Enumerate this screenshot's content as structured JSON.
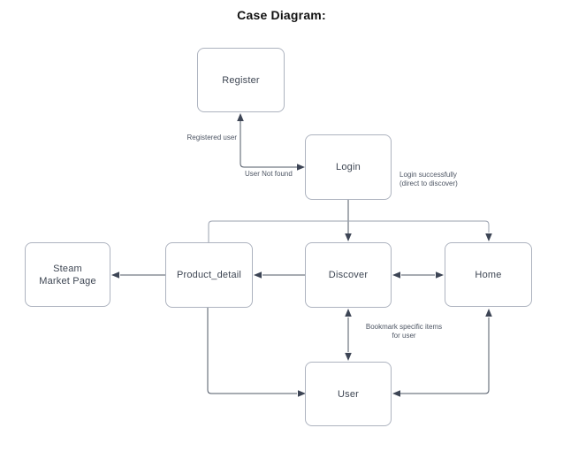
{
  "title": "Case Diagram:",
  "nodes": {
    "register": {
      "label": "Register"
    },
    "login": {
      "label": "Login"
    },
    "discover": {
      "label": "Discover"
    },
    "home": {
      "label": "Home"
    },
    "product_detail": {
      "label": "Product_detail"
    },
    "steam_market_page": {
      "label": "Steam Market Page",
      "lines": [
        "Steam",
        "Market Page"
      ]
    },
    "user": {
      "label": "User"
    }
  },
  "edges": [
    {
      "from": "Login",
      "to": "Register",
      "arrows": "both",
      "labels": [
        "Registered user",
        "User Not found"
      ]
    },
    {
      "from": "Login",
      "to": "Discover",
      "arrows": "end",
      "label_lines": [
        "Login successfully",
        "(direct to discover)"
      ]
    },
    {
      "from": "Login",
      "to": "Home",
      "arrows": "end"
    },
    {
      "from": "Login",
      "to": "Product_detail",
      "arrows": "none"
    },
    {
      "from": "Discover",
      "to": "Product_detail",
      "arrows": "end"
    },
    {
      "from": "Product_detail",
      "to": "Steam Market Page",
      "arrows": "end"
    },
    {
      "from": "Discover",
      "to": "Home",
      "arrows": "both"
    },
    {
      "from": "Discover",
      "to": "User",
      "arrows": "both",
      "label_lines": [
        "Bookmark specific items",
        "for user"
      ]
    },
    {
      "from": "Product_detail",
      "to": "User",
      "arrows": "end"
    },
    {
      "from": "User",
      "to": "Home",
      "arrows": "both"
    }
  ],
  "colors": {
    "background": "#ffffff",
    "node_fill": "#ffffff",
    "node_border": "#adb3bf",
    "node_text": "#3e4653",
    "connector": "#4f5866",
    "branch_connector": "#9aa1ae",
    "arrowhead": "#3d4555",
    "edge_label_text": "#4e5664",
    "title_text": "#111111"
  }
}
